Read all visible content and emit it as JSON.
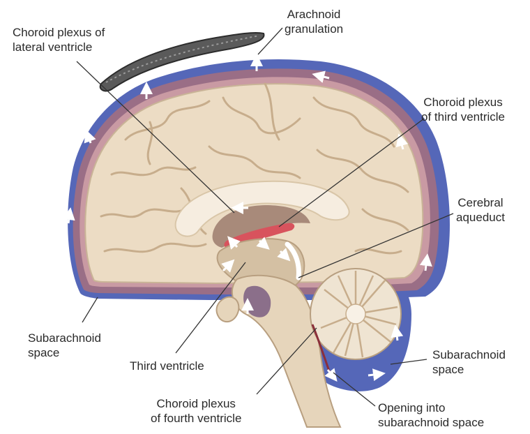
{
  "labels": {
    "choroid_lateral": {
      "line1": "Choroid plexus of",
      "line2": "lateral ventricle"
    },
    "arachnoid_gran": {
      "line1": "Arachnoid",
      "line2": "granulation"
    },
    "choroid_third": {
      "line1": "Choroid plexus",
      "line2": "of third ventricle"
    },
    "cerebral_aqueduct": {
      "line1": "Cerebral",
      "line2": "aqueduct"
    },
    "subarachnoid_left": {
      "line1": "Subarachnoid",
      "line2": "space"
    },
    "third_ventricle": {
      "line1": "Third ventricle"
    },
    "subarachnoid_right": {
      "line1": "Subarachnoid",
      "line2": "space"
    },
    "choroid_fourth": {
      "line1": "Choroid plexus",
      "line2": "of fourth ventricle"
    },
    "opening": {
      "line1": "Opening into",
      "line2": "subarachnoid space"
    }
  },
  "colors": {
    "subarachnoid_blue": "#5567b8",
    "brain_cream": "#ecdcc4",
    "membrane_mauve": "#9a6e86",
    "choroid_red": "#d8535d",
    "sinus_dark": "#555555",
    "leader_line": "#333333"
  }
}
